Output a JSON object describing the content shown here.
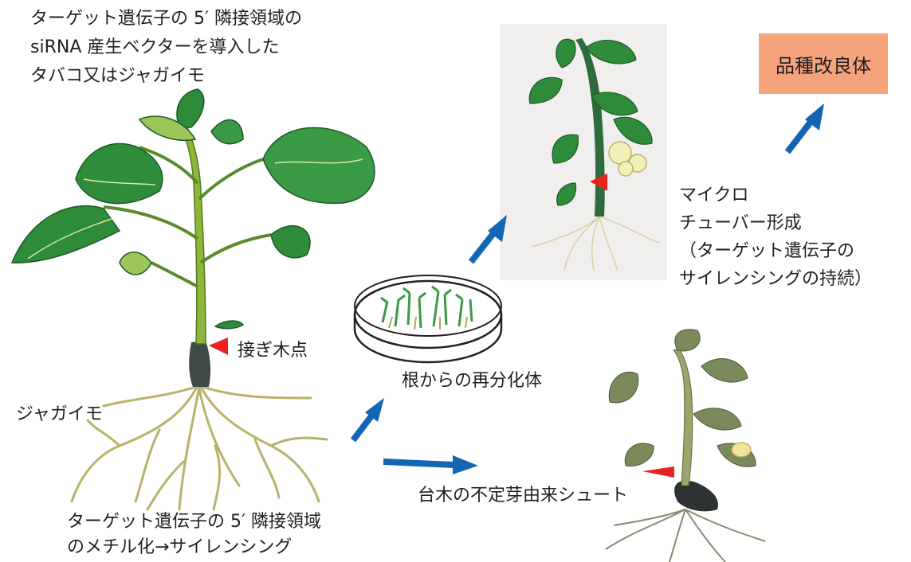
{
  "caption_top": "ターゲット遺伝子の 5′ 隣接領域の\nsiRNA 産生ベクターを導入した\nタバコ又はジャガイモ",
  "graft_point": "接ぎ木点",
  "potato_label": "ジャガイモ",
  "caption_bottom": "ターゲット遺伝子の 5′ 隣接領域\nのメチル化→サイレンシング",
  "regeneration_label": "根からの再分化体",
  "shoot_label": "台木の不定芽由来シュート",
  "microtuber_label": "マイクロ\nチューバー形成\n（ターゲット遺伝子の\nサイレンシングの持続）",
  "improved_variety": "品種改良体",
  "colors": {
    "arrow": "#1565b5",
    "marker": "#e8231f",
    "improved_box": "#f5a37b",
    "leaf": "#2e8b3a",
    "leaf_light": "#b5d56a",
    "root": "#b8b26a",
    "panel": "#f1eeee"
  }
}
